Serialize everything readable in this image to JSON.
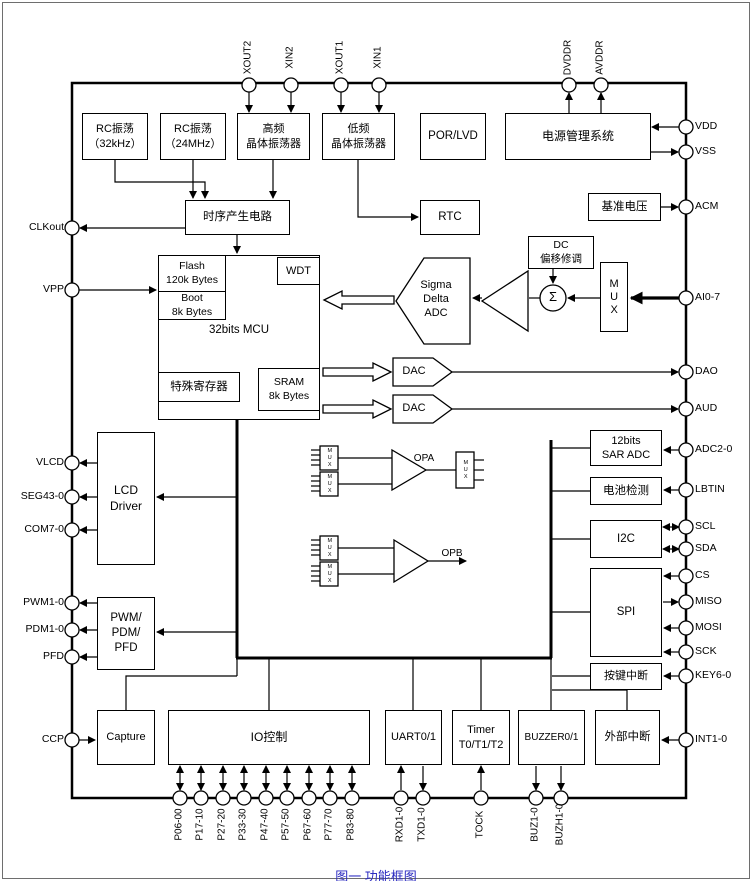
{
  "caption": "图一 功能框图",
  "colors": {
    "caption": "#2a2ac0",
    "line": "#000000"
  },
  "blocks": {
    "rc32k": {
      "l1": "RC振荡",
      "l2": "（32kHz）"
    },
    "rc24m": {
      "l1": "RC振荡",
      "l2": "（24MHz）"
    },
    "hf_osc": {
      "l1": "高频",
      "l2": "晶体振荡器"
    },
    "lf_osc": {
      "l1": "低频",
      "l2": "晶体振荡器"
    },
    "por": {
      "l1": "POR/LVD"
    },
    "pmu": {
      "l1": "电源管理系统"
    },
    "timing": {
      "l1": "时序产生电路"
    },
    "rtc": {
      "l1": "RTC"
    },
    "vref": {
      "l1": "基准电压"
    },
    "flash": {
      "l1": "Flash",
      "l2": "120k Bytes"
    },
    "boot": {
      "l1": "Boot",
      "l2": "8k Bytes"
    },
    "wdt": {
      "l1": "WDT"
    },
    "mcu": {
      "l1": "32bits MCU"
    },
    "sfr": {
      "l1": "特殊寄存器"
    },
    "sram": {
      "l1": "SRAM",
      "l2": "8k Bytes"
    },
    "sdadc": {
      "l1": "Sigma",
      "l2": "Delta",
      "l3": "ADC"
    },
    "dc_trim": {
      "l1": "DC",
      "l2": "偏移修调"
    },
    "mux": {
      "l1": "MUX"
    },
    "sigma": {
      "l1": "Σ"
    },
    "dac": {
      "l1": "DAC"
    },
    "lcd": {
      "l1": "LCD",
      "l2": "Driver"
    },
    "opa": {
      "l1": "OPA"
    },
    "opb": {
      "l1": "OPB"
    },
    "saradc": {
      "l1": "12bits",
      "l2": "SAR ADC"
    },
    "battery": {
      "l1": "电池检测"
    },
    "i2c": {
      "l1": "I2C"
    },
    "spi": {
      "l1": "SPI"
    },
    "keyint": {
      "l1": "按键中断"
    },
    "pwm": {
      "l1": "PWM/",
      "l2": "PDM/",
      "l3": "PFD"
    },
    "capture": {
      "l1": "Capture"
    },
    "ioctrl": {
      "l1": "IO控制"
    },
    "uart": {
      "l1": "UART0/1"
    },
    "timer": {
      "l1": "Timer",
      "l2": "T0/T1/T2"
    },
    "buzzer": {
      "l1": "BUZZER0/1"
    },
    "extint": {
      "l1": "外部中断"
    }
  },
  "pins": {
    "top": [
      "XOUT2",
      "XIN2",
      "XOUT1",
      "XIN1",
      "DVDDR",
      "AVDDR"
    ],
    "right": [
      "VDD",
      "VSS",
      "ACM",
      "AI0-7",
      "DAO",
      "AUD",
      "ADC2-0",
      "LBTIN",
      "SCL",
      "SDA",
      "CS",
      "MISO",
      "MOSI",
      "SCK",
      "KEY6-0",
      "INT1-0"
    ],
    "left": [
      "CLKout",
      "VPP",
      "VLCD",
      "SEG43-0",
      "COM7-0",
      "PWM1-0",
      "PDM1-0",
      "PFD",
      "CCP"
    ],
    "bottom": [
      "P06-00",
      "P17-10",
      "P27-20",
      "P33-30",
      "P47-40",
      "P57-50",
      "P67-60",
      "P77-70",
      "P83-80",
      "RXD1-0",
      "TXD1-0",
      "TOCK",
      "BUZ1-0",
      "BUZH1-0"
    ]
  }
}
